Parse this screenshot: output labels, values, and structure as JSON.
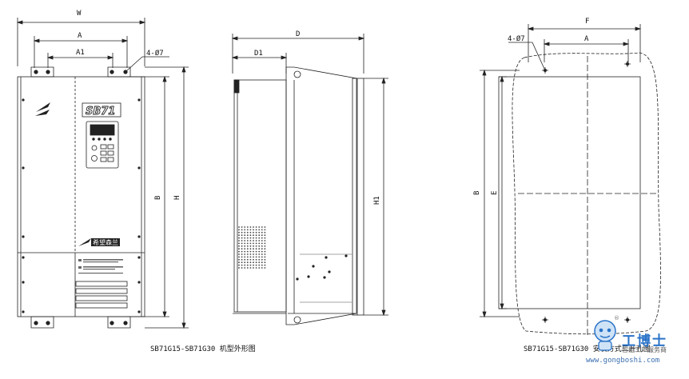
{
  "colors": {
    "line": "#222222",
    "brand": "#2a73c8"
  },
  "front_view": {
    "dim_W": "W",
    "dim_A": "A",
    "dim_A1": "A1",
    "hole_note": "4-Ø7",
    "dim_B": "B",
    "dim_H": "H",
    "model_badge": "SB71",
    "nameplate": "希望森兰"
  },
  "side_view": {
    "dim_D": "D",
    "dim_D1": "D1",
    "dim_H1": "H1"
  },
  "mounting_view": {
    "dim_F": "F",
    "dim_A": "A",
    "hole_note": "4-Ø7",
    "dim_B": "B",
    "dim_E": "E"
  },
  "captions": {
    "left": "SB71G15-SB71G30 机型外形图",
    "right": "SB71G15-SB71G30 安装方式二开孔图"
  },
  "watermark": {
    "name": "工博士",
    "tagline": "智能工厂服务商",
    "url": "www.gongboshi.com",
    "reg": "®",
    "icon": "robot-mascot-icon"
  }
}
